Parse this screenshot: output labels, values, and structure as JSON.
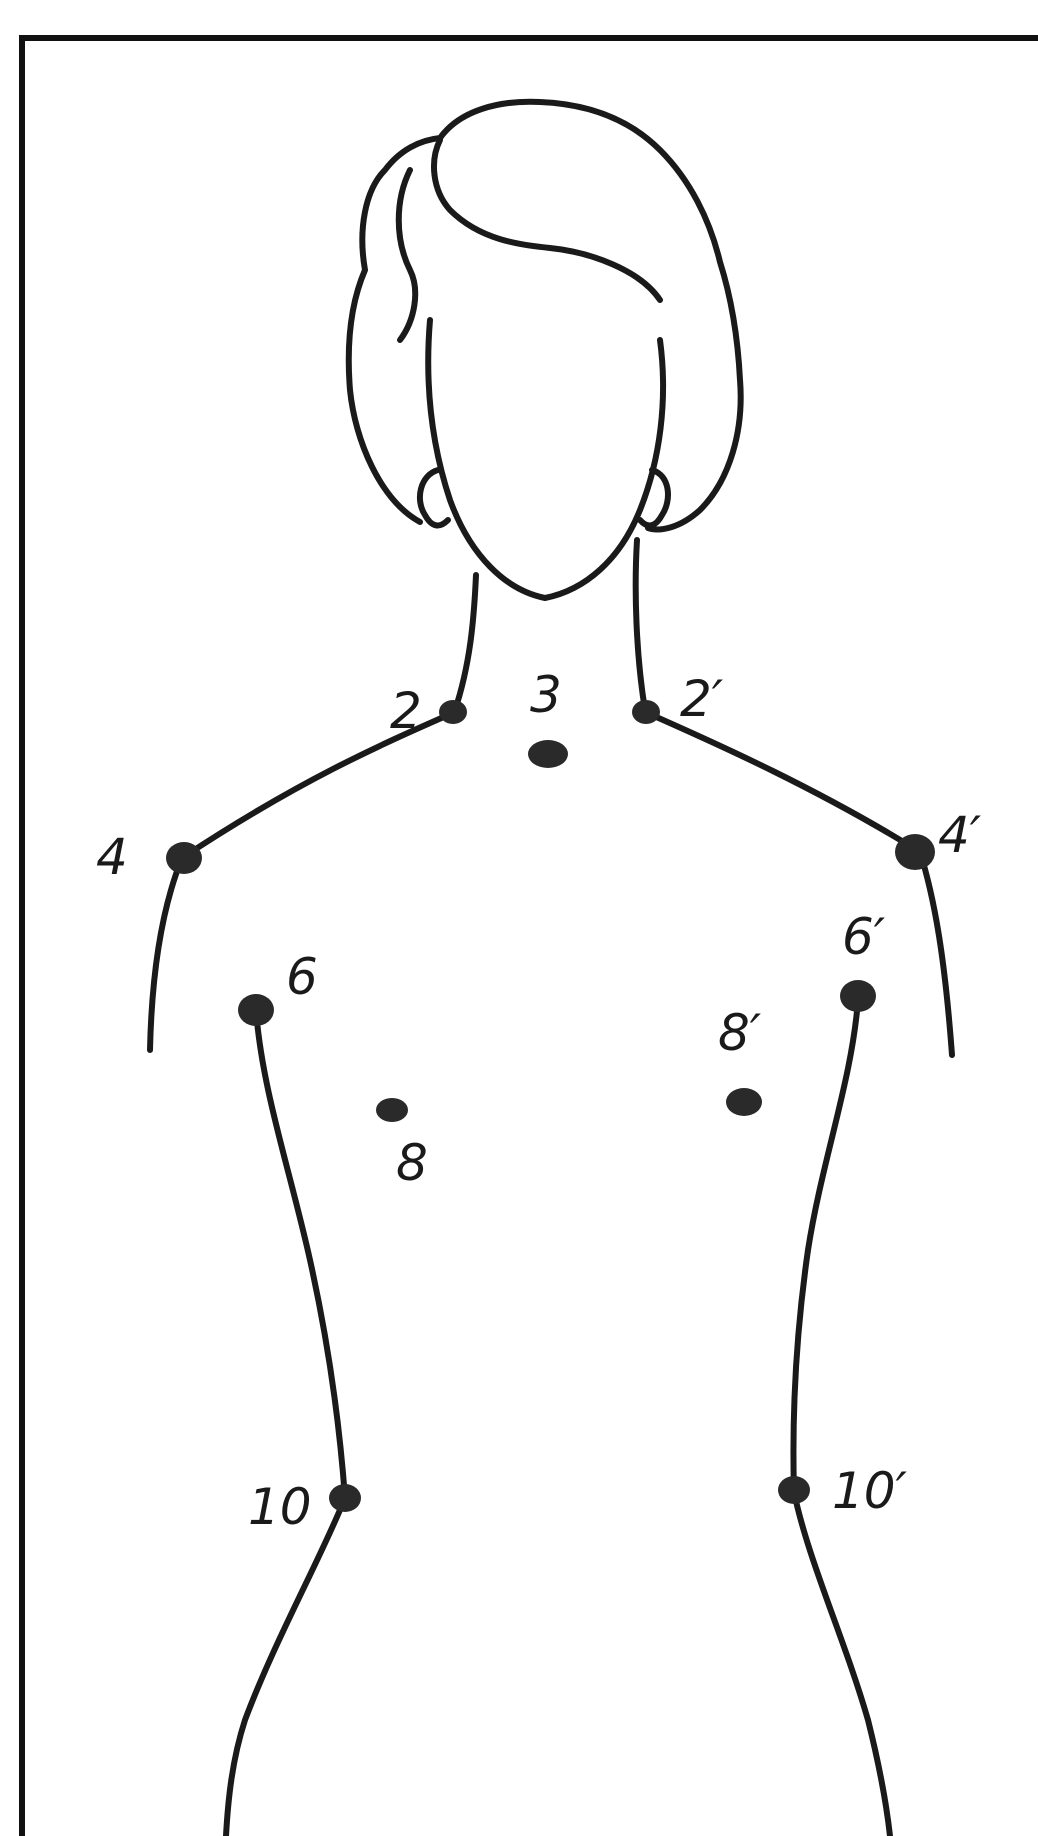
{
  "points": [
    {
      "id": "p2",
      "label": "2"
    },
    {
      "id": "p2p",
      "label": "2′"
    },
    {
      "id": "p3",
      "label": "3"
    },
    {
      "id": "p4",
      "label": "4"
    },
    {
      "id": "p4p",
      "label": "4′"
    },
    {
      "id": "p6",
      "label": "6"
    },
    {
      "id": "p6p",
      "label": "6′"
    },
    {
      "id": "p8",
      "label": "8"
    },
    {
      "id": "p8p",
      "label": "8′"
    },
    {
      "id": "p10",
      "label": "10"
    },
    {
      "id": "p10p",
      "label": "10′"
    }
  ],
  "colors": {
    "line": "#1a1a1a",
    "marker": "#2a2a2a",
    "frame": "#111111",
    "background": "#ffffff"
  }
}
